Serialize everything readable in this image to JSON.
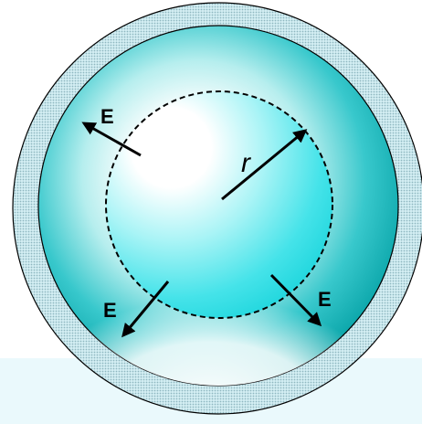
{
  "diagram": {
    "labels": {
      "radius": "r",
      "field_upper_left": "E",
      "field_lower_left": "E",
      "field_lower_right": "E"
    },
    "colors": {
      "shell": "#b8e2ea",
      "shell_dots": "#8fb7c0",
      "cavity_teal": "#12b5b9",
      "sphere_cyan": "#2fe3ea",
      "arrow": "#000000",
      "outline": "#000000"
    }
  }
}
